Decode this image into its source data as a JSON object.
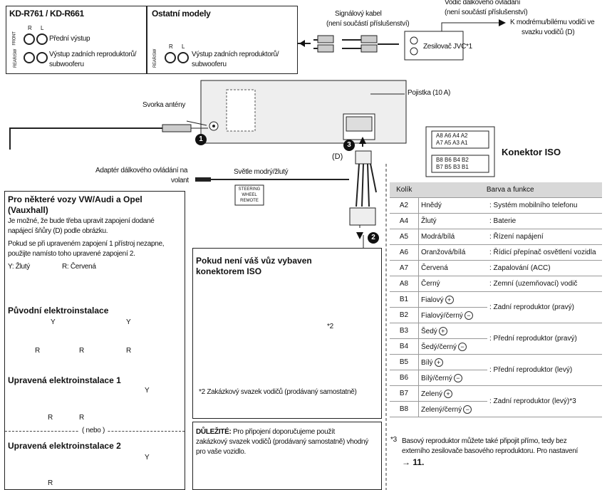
{
  "top_left_box": {
    "title": "KD-R761 / KD-R661",
    "front_label": "FRONT",
    "rear_label": "REAR/SW",
    "r": "R",
    "l": "L",
    "front_output": "Přední výstup",
    "rear_output_1": "Výstup zadních reproduktorů/",
    "rear_output_2": "subwooferu"
  },
  "other_models_box": {
    "title": "Ostatní modely",
    "rear_label": "REAR/SW",
    "r": "R",
    "l": "L",
    "rear_output_1": "Výstup zadních reproduktorů/",
    "rear_output_2": "subwooferu"
  },
  "signal_cable": {
    "line1": "Signálový kabel",
    "line2": "(není součástí příslušenství)"
  },
  "remote_wire": {
    "line1": "Vodič dálkového ovládání",
    "line2": "(není součástí příslušenství)"
  },
  "amplifier": "Zesilovač JVC*1",
  "to_wire": {
    "line1": "K modrému/bílému vodiči ve",
    "line2": "svazku vodičů (D)"
  },
  "fuse": "Pojistka (10 A)",
  "antenna": "Svorka antény",
  "step1": "1",
  "step2": "2",
  "step3": "3",
  "d_label": "(D)",
  "adapter": {
    "line1": "Adaptér dálkového ovládání na",
    "line2": "volant"
  },
  "light_blue": "Světle modrý/žlutý",
  "steering_box": {
    "l1": "STEERING",
    "l2": "WHEEL",
    "l3": "REMOTE"
  },
  "iso_connector": {
    "title": "Konektor ISO",
    "row_a1": "A8 A6 A4 A2",
    "row_a2": "A7 A5 A3 A1",
    "row_b1": "B8 B6 B4 B2",
    "row_b2": "B7 B5 B3 B1"
  },
  "table": {
    "col_pin": "Kolík",
    "col_color": "Barva a funkce",
    "rows": [
      {
        "pin": "A2",
        "color": "Hnědý",
        "func": ": Systém mobilního telefonu"
      },
      {
        "pin": "A4",
        "color": "Žlutý",
        "func": ": Baterie"
      },
      {
        "pin": "A5",
        "color": "Modrá/bílá",
        "func": ": Řízení napájení"
      },
      {
        "pin": "A6",
        "color": "Oranžová/bílá",
        "func": ": Řídicí přepínač osvětlení vozidla"
      },
      {
        "pin": "A7",
        "color": "Červená",
        "func": ": Zapalování (ACC)"
      },
      {
        "pin": "A8",
        "color": "Černý",
        "func": ": Zemní (uzemňovací) vodič"
      },
      {
        "pin": "B1",
        "color": "Fialový",
        "func": ""
      },
      {
        "pin": "B2",
        "color": "Fialový/černý",
        "func": ""
      },
      {
        "pin": "B3",
        "color": "Šedý",
        "func": ""
      },
      {
        "pin": "B4",
        "color": "Šedý/černý",
        "func": ""
      },
      {
        "pin": "B5",
        "color": "Bílý",
        "func": ""
      },
      {
        "pin": "B6",
        "color": "Bílý/černý",
        "func": ""
      },
      {
        "pin": "B7",
        "color": "Zelený",
        "func": ""
      },
      {
        "pin": "B8",
        "color": "Zelený/černý",
        "func": ""
      }
    ],
    "group_b12": ": Zadní reproduktor (pravý)",
    "group_b34": ": Přední reproduktor (pravý)",
    "group_b56": ": Přední reproduktor (levý)",
    "group_b78": ": Zadní reproduktor (levý)*3"
  },
  "footnote3": {
    "mark": "*3",
    "line1": "Basový reproduktor můžete také připojit přímo, tedy bez",
    "line2": "externího zesilovače basového reproduktoru. Pro nastavení",
    "line3": "→ 11."
  },
  "vw_box": {
    "title1": "Pro některé vozy VW/Audi a Opel",
    "title2": "(Vauxhall)",
    "p1a": "Je možné, že bude třeba upravit zapojení dodané",
    "p1b": "napájecí šňůry (D) podle obrázku.",
    "p2a": "Pokud se při upraveném zapojení 1 přístroj nezapne,",
    "p2b": "použijte namísto toho upravené zapojení 2.",
    "y_label": "Y: Žlutý",
    "r_label": "R: Červená",
    "original": "Původní elektroinstalace",
    "mod1": "Upravená elektroinstalace 1",
    "or": "( nebo )",
    "mod2": "Upravená elektroinstalace 2",
    "y": "Y",
    "r": "R"
  },
  "no_iso_box": {
    "title1": "Pokud není váš vůz vybaven",
    "title2": "konektorem ISO",
    "star2": "*2",
    "footnote": "*2  Zakázkový svazek vodičů (prodávaný samostatně)"
  },
  "important": {
    "label": "DŮLEŽITÉ:",
    "line1": " Pro připojení doporučujeme použít",
    "line2": "zakázkový svazek vodičů (prodávaný samostatně) vhodný",
    "line3": "pro vaše vozidlo."
  }
}
